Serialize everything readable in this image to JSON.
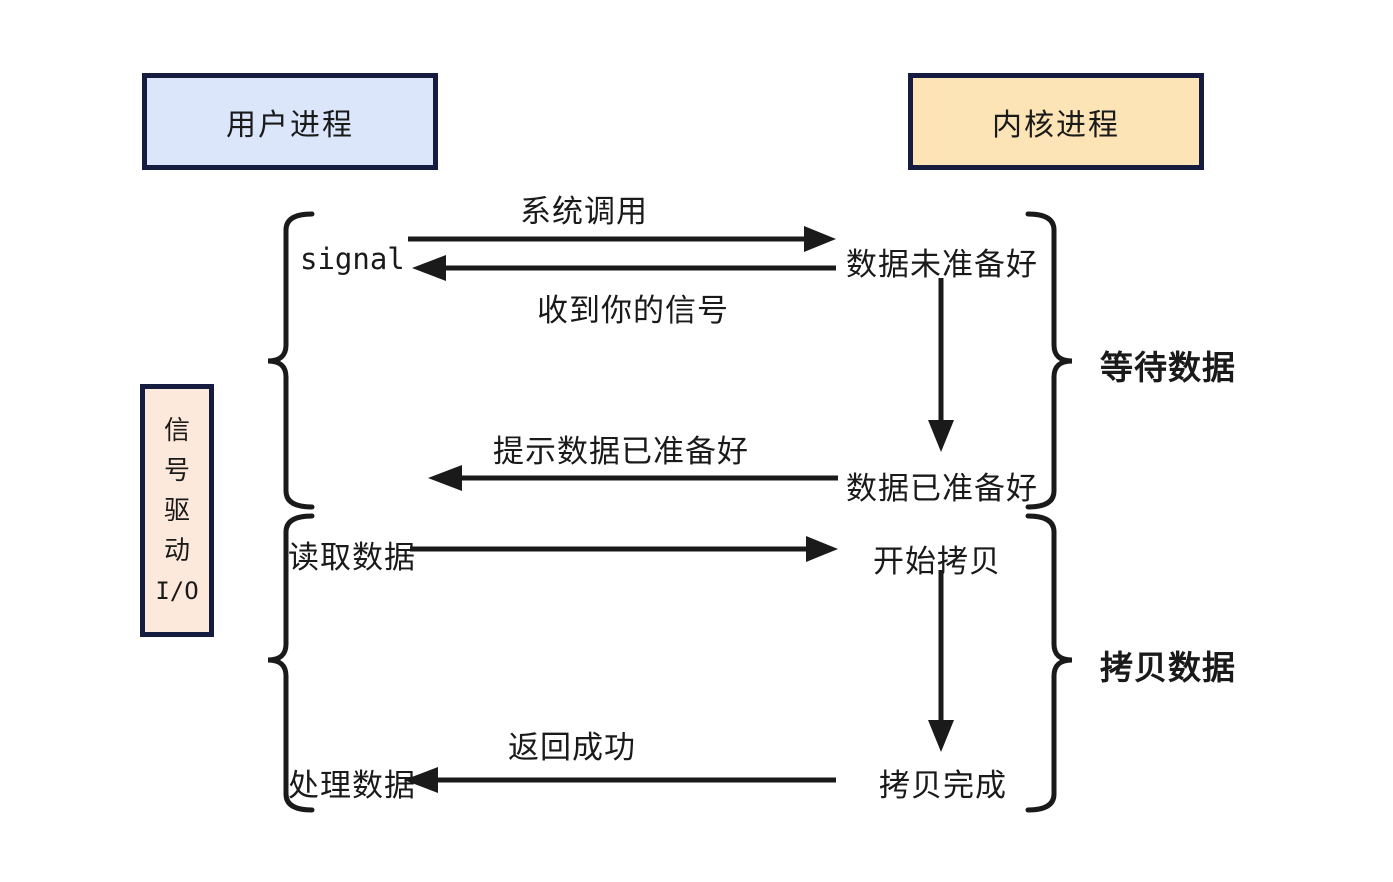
{
  "diagram": {
    "boxes": {
      "user_process": "用户进程",
      "kernel_process": "内核进程",
      "side_box": {
        "l1": "信",
        "l2": "号",
        "l3": "驱",
        "l4": "动",
        "l5": "I/O"
      }
    },
    "labels": {
      "signal": "signal",
      "system_call": "系统调用",
      "received_signal": "收到你的信号",
      "data_not_ready": "数据未准备好",
      "notify_data_ready": "提示数据已准备好",
      "data_ready": "数据已准备好",
      "read_data": "读取数据",
      "start_copy": "开始拷贝",
      "return_success": "返回成功",
      "process_data": "处理数据",
      "copy_complete": "拷贝完成",
      "wait_data": "等待数据",
      "copy_data": "拷贝数据"
    },
    "colors": {
      "user_box_fill": "#dbe6fb",
      "kernel_box_fill": "#fce4b6",
      "side_box_fill": "#fde8dc",
      "box_border": "#161c40",
      "stroke": "#1a1a1a"
    }
  }
}
